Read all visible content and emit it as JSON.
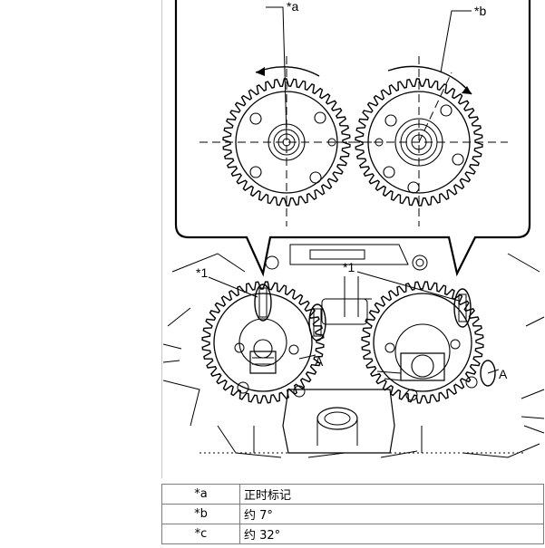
{
  "figure": {
    "callouts": {
      "timing_mark": "*a",
      "angle_7": "*b",
      "ring_left": "*1",
      "ring_right": "*1",
      "point_left": "A",
      "point_right": "A"
    }
  },
  "legend": {
    "rows": [
      {
        "key": "*a",
        "value": "正时标记"
      },
      {
        "key": "*b",
        "value": "约 7°"
      },
      {
        "key": "*c",
        "value": "约 32°"
      }
    ]
  }
}
